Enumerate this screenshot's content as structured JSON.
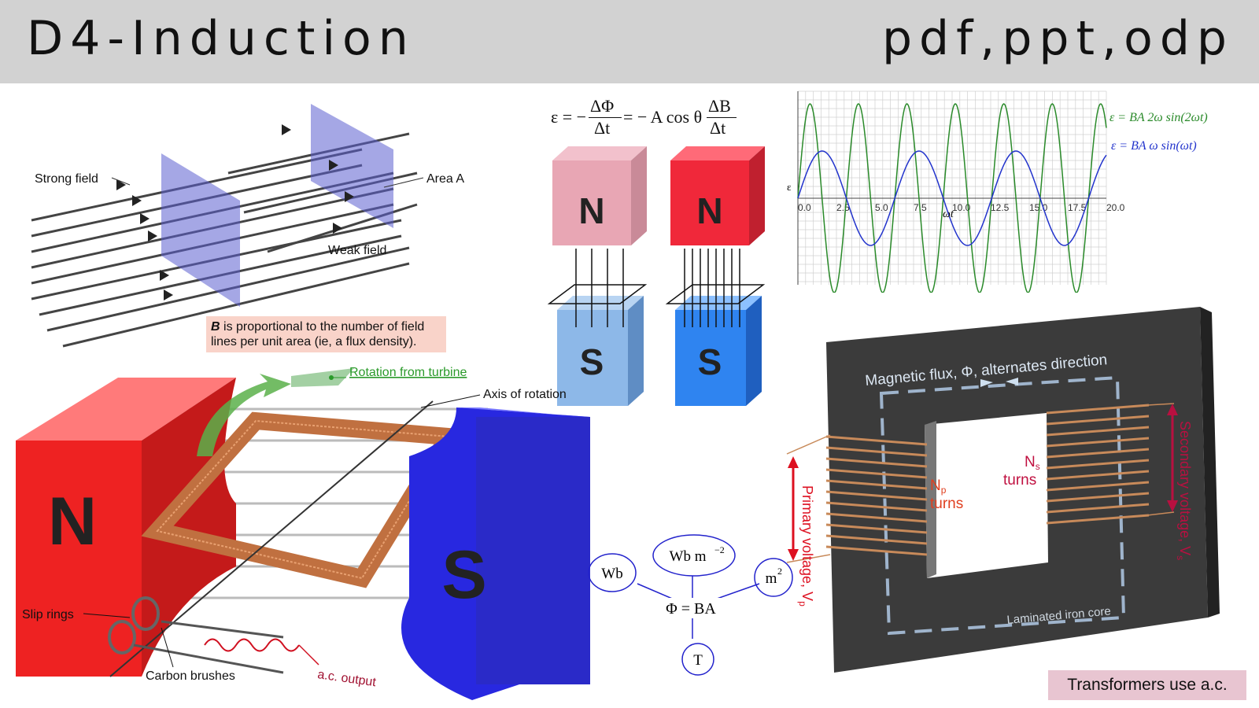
{
  "header": {
    "title": "D4-Induction",
    "formats": "pdf,ppt,odp"
  },
  "flux_diagram": {
    "strong_label": "Strong field",
    "area_label": "Area A",
    "weak_label": "Weak field",
    "note_bold": "B",
    "note_rest": " is proportional to the number of field lines per unit area (ie, a flux density)."
  },
  "faraday": {
    "equation_lhs": "ε = −",
    "dphi": "ΔΦ",
    "dt": "Δt",
    "middle": "= − A cos θ",
    "db": "ΔB",
    "dt2": "Δt",
    "magnet_north": "N",
    "magnet_south": "S"
  },
  "graph": {
    "ylabel": "ε",
    "xlabel": "ωt",
    "legend_green": "ε = BA 2ω sin(2ωt)",
    "legend_blue": "ε = BA ω sin(ωt)",
    "colors": {
      "green": "#2a8a2a",
      "blue": "#2233cc"
    }
  },
  "chart_data": {
    "type": "line",
    "x": [
      0,
      2.5,
      5.0,
      7.5,
      10.0,
      12.5,
      15.0,
      17.5,
      20.0
    ],
    "xticks": [
      "0.0",
      "2.5",
      "5.0",
      "7.5",
      "10.0",
      "12.5",
      "15.0",
      "17.5",
      "20.0"
    ],
    "xlabel": "ωt",
    "ylabel": "ε",
    "xlim": [
      0,
      20
    ],
    "ylim": [
      -2.3,
      2.3
    ],
    "grid": true,
    "series": [
      {
        "name": "ε = BA 2ω sin(2ωt)",
        "amplitude": 2,
        "frequency": 2
      },
      {
        "name": "ε = BA ω sin(ωt)",
        "amplitude": 1,
        "frequency": 1
      }
    ]
  },
  "generator": {
    "rotation_label": "Rotation from turbine",
    "axis_label": "Axis of rotation",
    "north": "N",
    "south": "S",
    "slip_rings": "Slip rings",
    "brushes": "Carbon brushes",
    "output": "a.c. output"
  },
  "units": {
    "center": "Φ = BA",
    "wb": "Wb",
    "wbm2": "Wb m",
    "wbm2_exp": "−2",
    "m2": "m",
    "m2_exp": "2",
    "t": "T"
  },
  "transformer": {
    "flux_label": "Magnetic flux, Φ, alternates direction",
    "core_label": "Laminated iron core",
    "np": "N",
    "np_sub": "p",
    "np_turns": "turns",
    "ns": "N",
    "ns_sub": "s",
    "ns_turns": "turns",
    "primary": "Primary voltage, V",
    "primary_sub": "p",
    "secondary": "Secondary voltage, V",
    "secondary_sub": "s",
    "note": "Transformers use a.c."
  }
}
